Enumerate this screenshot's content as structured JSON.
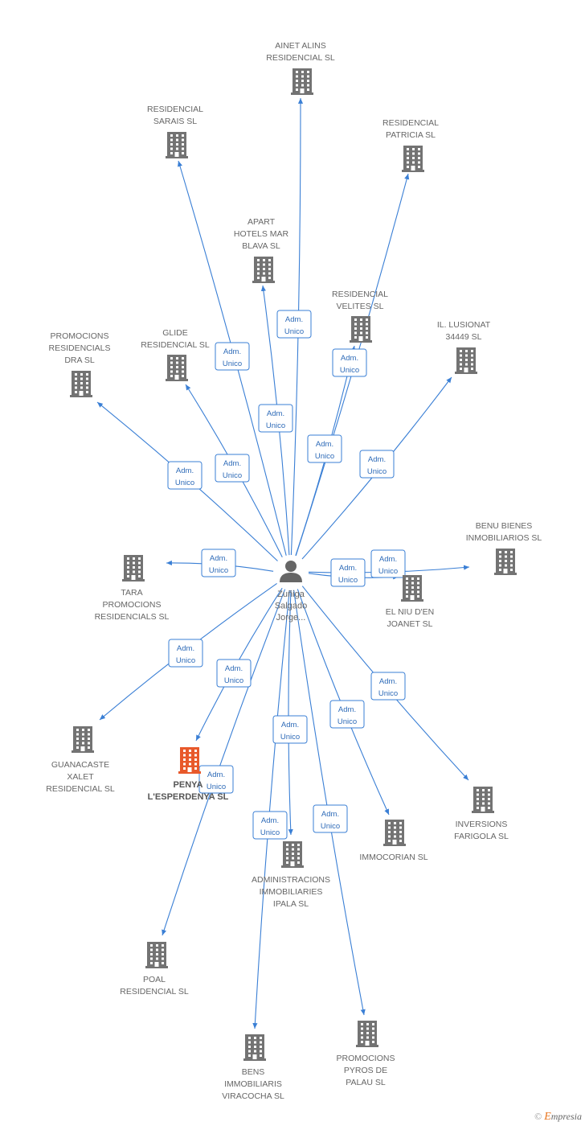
{
  "center": {
    "name_lines": [
      "Zuñiga",
      "Salgado",
      "Jorge..."
    ],
    "icon": "person-icon"
  },
  "edge_label": [
    "Adm.",
    "Unico"
  ],
  "colors": {
    "edge": "#3a7fd5",
    "node": "#737373",
    "highlight": "#e8592b"
  },
  "nodes": [
    {
      "id": "ainet",
      "name_lines": [
        "AINET ALINS",
        "RESIDENCIAL SL"
      ]
    },
    {
      "id": "sarais",
      "name_lines": [
        "RESIDENCIAL",
        "SARAIS SL"
      ]
    },
    {
      "id": "patricia",
      "name_lines": [
        "RESIDENCIAL",
        "PATRICIA SL"
      ]
    },
    {
      "id": "apart",
      "name_lines": [
        "APART",
        "HOTELS MAR",
        "BLAVA SL"
      ]
    },
    {
      "id": "velites",
      "name_lines": [
        "RESIDENCIAL",
        "VELITES SL"
      ]
    },
    {
      "id": "dra",
      "name_lines": [
        "PROMOCIONS",
        "RESIDENCIALS",
        "DRA SL"
      ]
    },
    {
      "id": "glide",
      "name_lines": [
        "GLIDE",
        "RESIDENCIAL SL"
      ]
    },
    {
      "id": "lusionat",
      "name_lines": [
        "IL. LUSIONAT",
        "34449 SL"
      ]
    },
    {
      "id": "benu",
      "name_lines": [
        "BENU BIENES",
        "INMOBILIARIOS SL"
      ]
    },
    {
      "id": "tara",
      "name_lines": [
        "TARA",
        "PROMOCIONS",
        "RESIDENCIALS SL"
      ]
    },
    {
      "id": "niu",
      "name_lines": [
        "EL NIU D'EN",
        "JOANET SL"
      ]
    },
    {
      "id": "guanacaste",
      "name_lines": [
        "GUANACASTE",
        "XALET",
        "RESIDENCIAL SL"
      ]
    },
    {
      "id": "penya",
      "name_lines": [
        "PENYA",
        "L'ESPERDENYA SL"
      ],
      "highlight": true
    },
    {
      "id": "farigola",
      "name_lines": [
        "INVERSIONS",
        "FARIGOLA SL"
      ]
    },
    {
      "id": "immocorian",
      "name_lines": [
        "IMMOCORIAN SL"
      ]
    },
    {
      "id": "ipala",
      "name_lines": [
        "ADMINISTRACIONS",
        "IMMOBILIARIES",
        "IPALA SL"
      ]
    },
    {
      "id": "poal",
      "name_lines": [
        "POAL",
        "RESIDENCIAL SL"
      ]
    },
    {
      "id": "pyros",
      "name_lines": [
        "PROMOCIONS",
        "PYROS DE",
        "PALAU SL"
      ]
    },
    {
      "id": "viracocha",
      "name_lines": [
        "BENS",
        "IMMOBILIARIS",
        "VIRACOCHA SL"
      ]
    }
  ],
  "footer": {
    "copyright": "©",
    "brand_initial": "E",
    "brand_rest": "mpresia"
  }
}
